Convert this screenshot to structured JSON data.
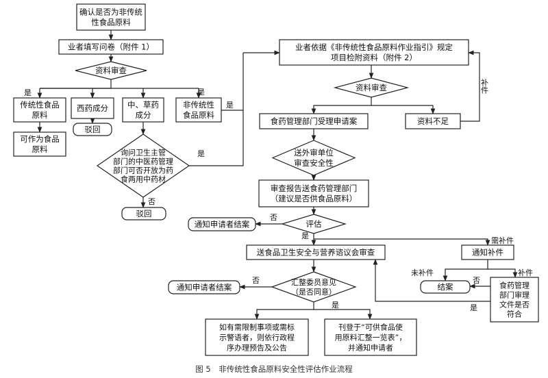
{
  "nodes": {
    "confirm": [
      "确认是否为非传统",
      "性食品原料"
    ],
    "questionnaire": [
      "业者填写问卷（附件 1）"
    ],
    "review1": [
      "资料审查"
    ],
    "traditional": [
      "传统性食品",
      "原料"
    ],
    "western": [
      "西药成分"
    ],
    "chinese": [
      "中、草药",
      "成分"
    ],
    "nontrad": [
      "非传统性",
      "食品原料"
    ],
    "food_ok": [
      "可作为食品",
      "原料"
    ],
    "reject1": [
      "驳回"
    ],
    "consult": [
      "询问卫生主管",
      "部门的中医药管理",
      "部门可否开放为药",
      "食两用中药材"
    ],
    "reject2": [
      "驳回"
    ],
    "guide": [
      "业者依据《非传统性食品原料作业指引》规定",
      "项目检附资料（附件 2）"
    ],
    "review2": [
      "资料审查"
    ],
    "accept": [
      "食药管理部门受理申请案"
    ],
    "insufficient": [
      "资料不足"
    ],
    "unit_review": [
      "送外审单位",
      "审查安全性"
    ],
    "report": [
      "审查报告送食药管理部门",
      "（建议是否供食品原料）"
    ],
    "evaluate": [
      "评估"
    ],
    "notify_close1": [
      "通知申请者结案"
    ],
    "committee": [
      "送食品卫生安全与营养谘议会审查"
    ],
    "notify_supp": [
      "通知补件"
    ],
    "summary": [
      "汇整委员意见",
      "（是否同意）"
    ],
    "notify_close2": [
      "通知申请者结案"
    ],
    "close": [
      "结案"
    ],
    "doc_check": [
      "食药管理",
      "部门审理",
      "文件是否",
      "符合"
    ],
    "restrict": [
      "如有需限制事项或需标",
      "示警语者，则依行政程",
      "序办理预告及公告"
    ],
    "publish": [
      "刊登于“可供食品使",
      "用原料汇整一览表”，",
      "并通知申请者"
    ]
  },
  "edge_labels": {
    "yes_trad": "是",
    "yes_nontrad": "是",
    "yes_nontrad_guide": "是",
    "yes_consult": "是",
    "no_consult": "否",
    "supplement_vertical": "补件",
    "no_evaluate": "否",
    "yes_evaluate": "是",
    "need_supp": "需补件",
    "no_summary": "否",
    "yes_summary": "是",
    "not_supp": "未补件",
    "supplemented": "补件",
    "no_doc": "否",
    "yes_doc": "是"
  },
  "caption": "图 5　非传统性食品原料安全性评估作业流程"
}
